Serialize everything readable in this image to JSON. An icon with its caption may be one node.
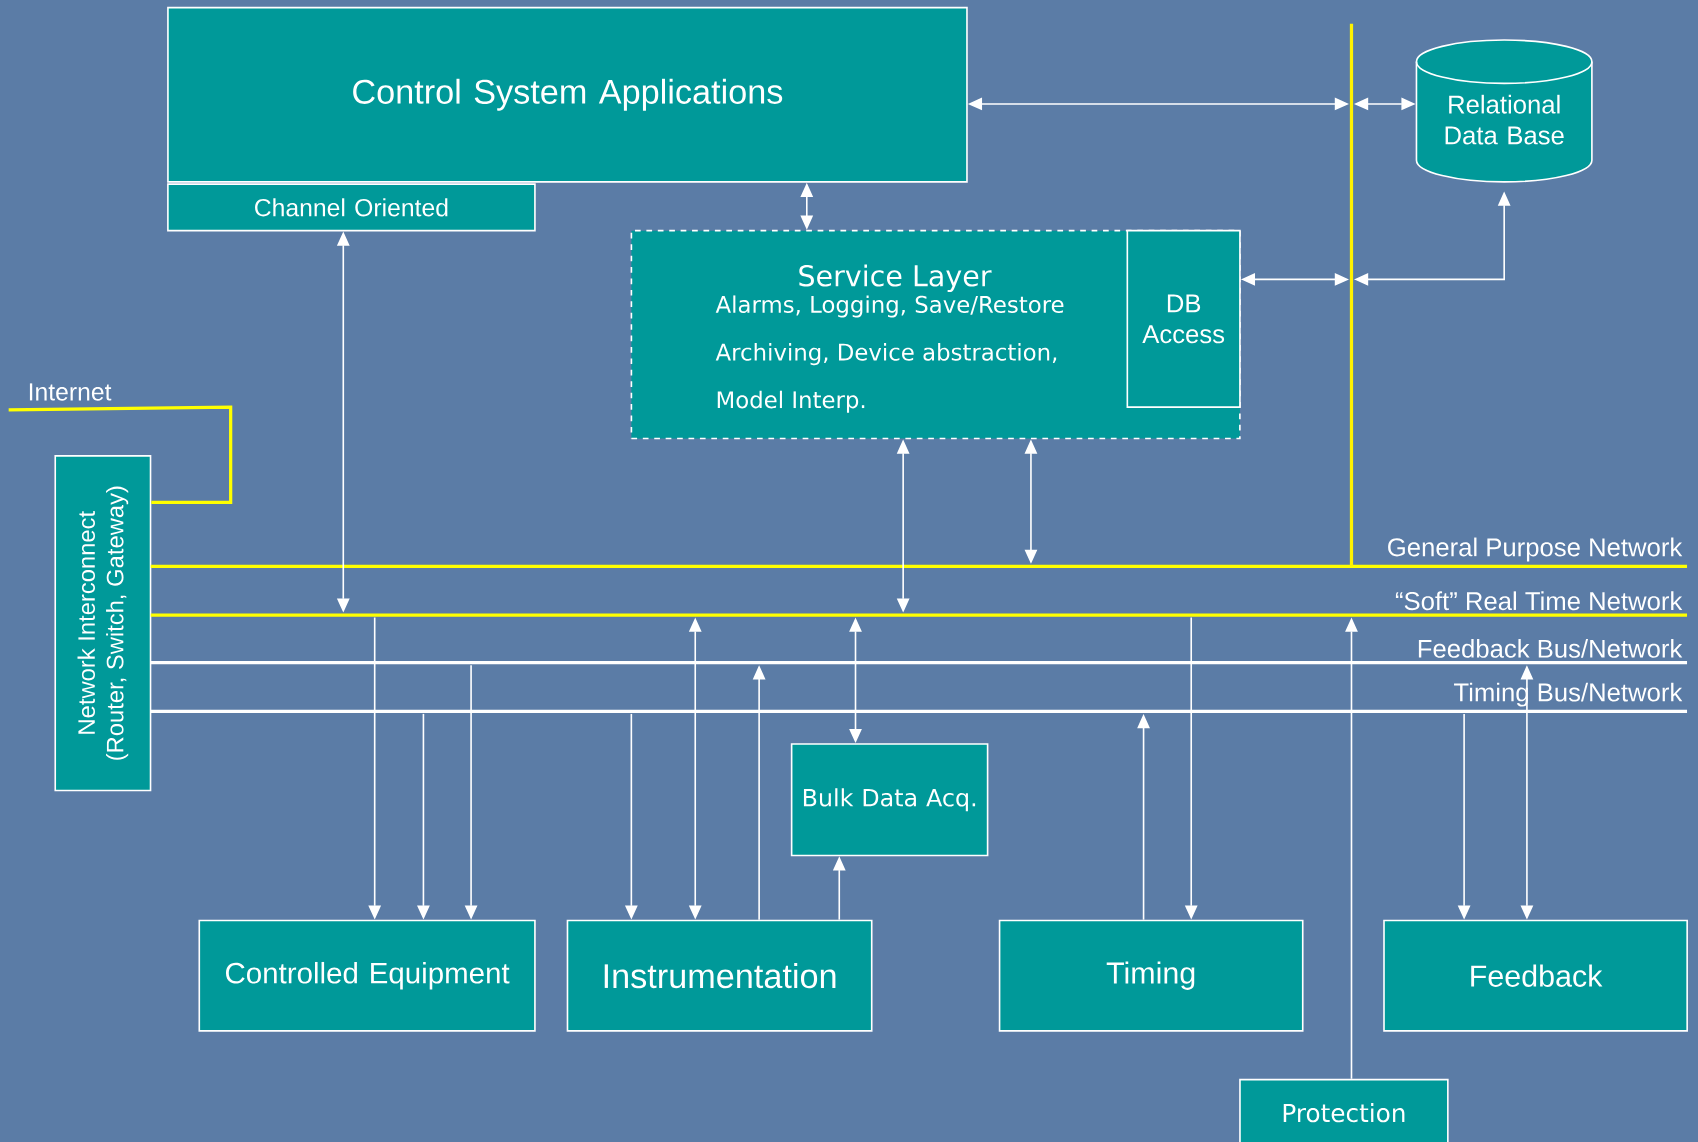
{
  "diagram": {
    "nodes": [
      {
        "text": [
          "Control System Applications"
        ]
      },
      {
        "text": [
          "Channel Oriented"
        ]
      },
      {
        "text": [
          "Relational Data Base"
        ]
      },
      {
        "text": [
          "Service Layer",
          "Alarms, Logging, Save/Restore",
          "Archiving, Device abstraction,",
          "Model Interp."
        ]
      },
      {
        "text": [
          "DB Access"
        ],
        "in": 3
      },
      {
        "text": [
          "Network Interconnect",
          "(Router, Switch, Gateway)"
        ]
      },
      {
        "text": [
          "Internet"
        ]
      },
      {
        "text": [
          "General Purpose Network"
        ]
      },
      {
        "text": [
          "“Soft” Real Time Network"
        ]
      },
      {
        "text": [
          "Feedback Bus/Network"
        ]
      },
      {
        "text": [
          "Timing Bus/Network"
        ]
      },
      {
        "text": [],
        "shape": "bar"
      },
      {
        "text": [
          "Controlled Equipment"
        ]
      },
      {
        "text": [
          "Instrumentation"
        ]
      },
      {
        "text": [
          "Bulk Data Acq."
        ]
      },
      {
        "text": [
          "Timing"
        ]
      },
      {
        "text": [
          "Feedback"
        ]
      },
      {
        "text": [
          "Protection"
        ]
      }
    ],
    "edges": [
      {
        "from": 0,
        "to": 11,
        "arrow": "both"
      },
      {
        "from": 11,
        "to": 2,
        "arrow": "both"
      },
      {
        "from": 0,
        "to": 3,
        "arrow": "both"
      },
      {
        "from": 4,
        "to": 11,
        "arrow": "both"
      },
      {
        "from": 11,
        "to": 2,
        "arrow": "both"
      },
      {
        "from": 1,
        "to": 8,
        "arrow": "both"
      },
      {
        "from": 3,
        "to": 8,
        "arrow": "both"
      },
      {
        "from": 3,
        "to": 7,
        "arrow": "both"
      },
      {
        "from": 8,
        "to": 12,
        "arrow": "to"
      },
      {
        "from": 10,
        "to": 12,
        "arrow": "to"
      },
      {
        "from": 9,
        "to": 12,
        "arrow": "to"
      },
      {
        "from": 10,
        "to": 13,
        "arrow": "to"
      },
      {
        "from": 8,
        "to": 13,
        "arrow": "both"
      },
      {
        "from": 13,
        "to": 9,
        "arrow": "to"
      },
      {
        "from": 8,
        "to": 14,
        "arrow": "both"
      },
      {
        "from": 13,
        "to": 14,
        "arrow": "to"
      },
      {
        "from": 15,
        "to": 10,
        "arrow": "to"
      },
      {
        "from": 8,
        "to": 15,
        "arrow": "to"
      },
      {
        "from": 17,
        "to": 8,
        "arrow": "to"
      },
      {
        "from": 10,
        "to": 16,
        "arrow": "to"
      },
      {
        "from": 16,
        "to": 9,
        "arrow": "both"
      },
      {
        "from": 6,
        "to": 5,
        "arrow": "none",
        "color": "#ffff00"
      }
    ]
  }
}
